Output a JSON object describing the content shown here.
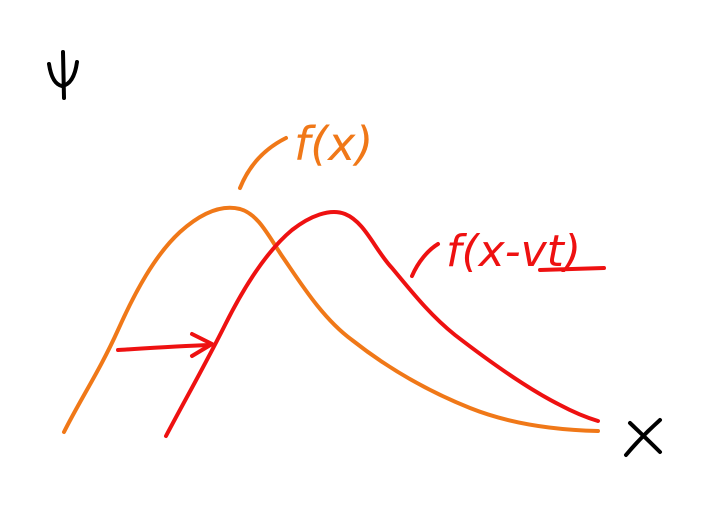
{
  "labels": {
    "y_axis": "ψ",
    "x_axis": "X",
    "original_curve": "f(x)",
    "shifted_curve": "f(x-vt)"
  },
  "colors": {
    "original_curve": "#f07818",
    "shifted_curve": "#ee1111",
    "axis_labels": "#000000",
    "background": "#ffffff"
  }
}
